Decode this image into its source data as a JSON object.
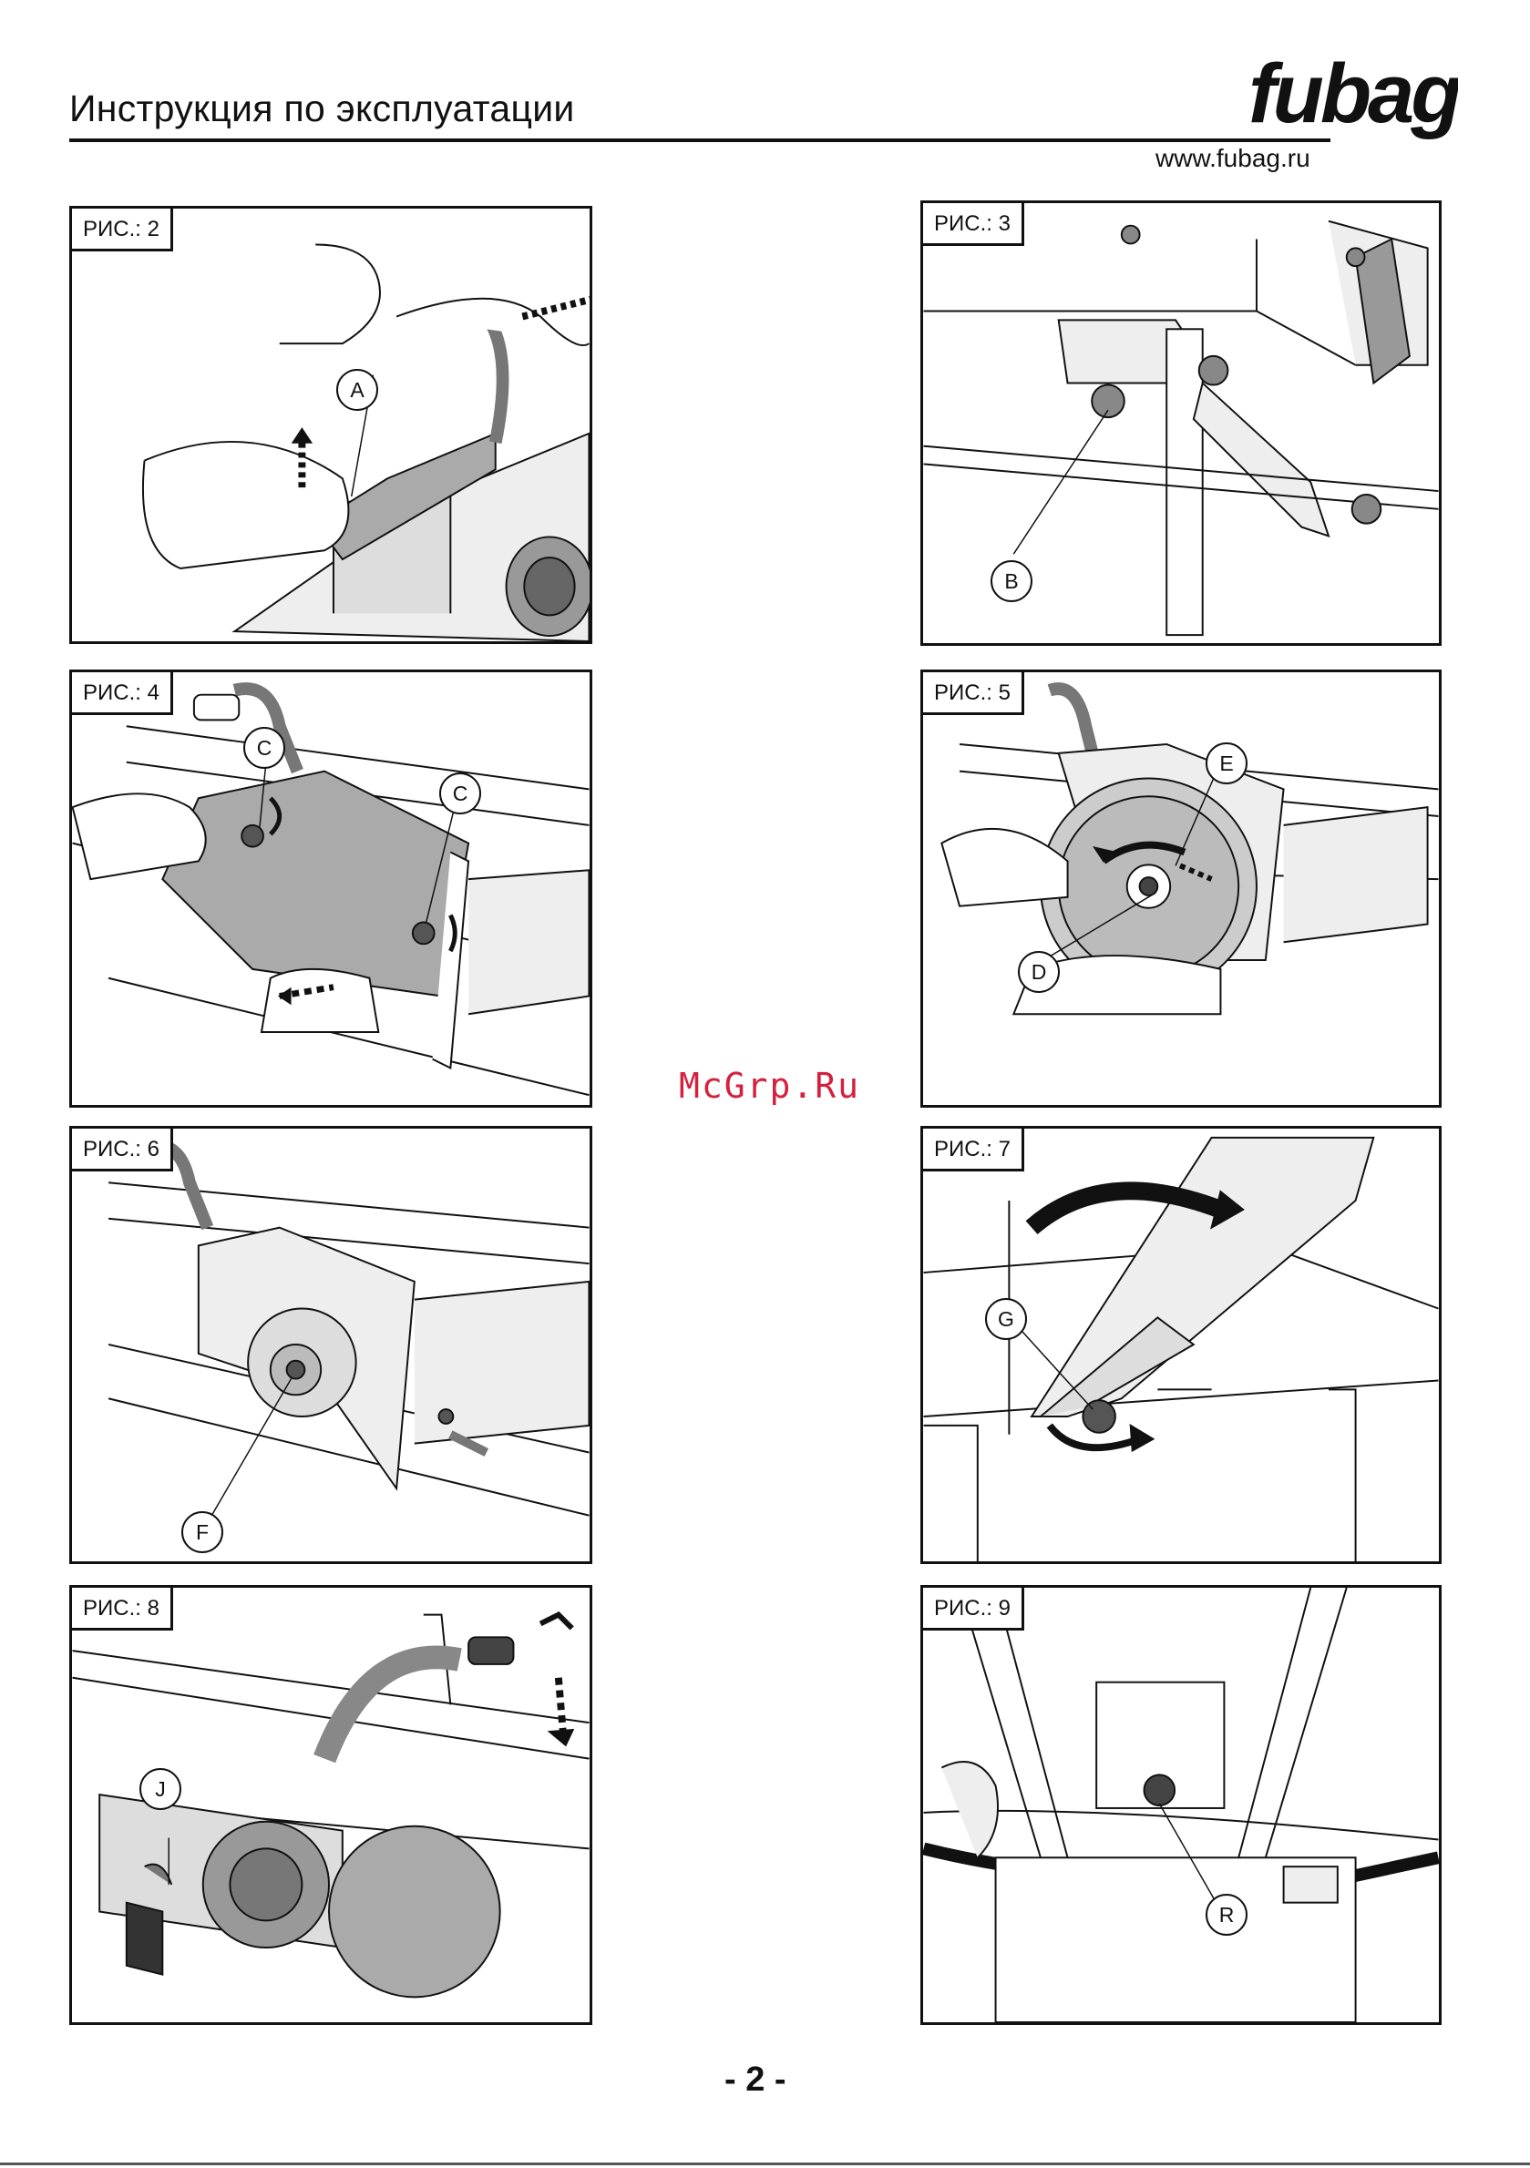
{
  "header": {
    "title": "Инструкция по эксплуатации",
    "brand": "fubag",
    "website": "www.fubag.ru"
  },
  "figures": [
    {
      "label": "РИС.: 2",
      "callouts": [
        "A"
      ]
    },
    {
      "label": "РИС.: 3",
      "callouts": [
        "B"
      ]
    },
    {
      "label": "РИС.: 4",
      "callouts": [
        "C",
        "C"
      ]
    },
    {
      "label": "РИС.: 5",
      "callouts": [
        "E",
        "D"
      ]
    },
    {
      "label": "РИС.: 6",
      "callouts": [
        "F"
      ]
    },
    {
      "label": "РИС.: 7",
      "callouts": [
        "G"
      ]
    },
    {
      "label": "РИС.: 8",
      "callouts": [
        "J"
      ]
    },
    {
      "label": "РИС.: 9",
      "callouts": [
        "R"
      ]
    }
  ],
  "watermark": "McGrp.Ru",
  "page_number": "- 2 -"
}
